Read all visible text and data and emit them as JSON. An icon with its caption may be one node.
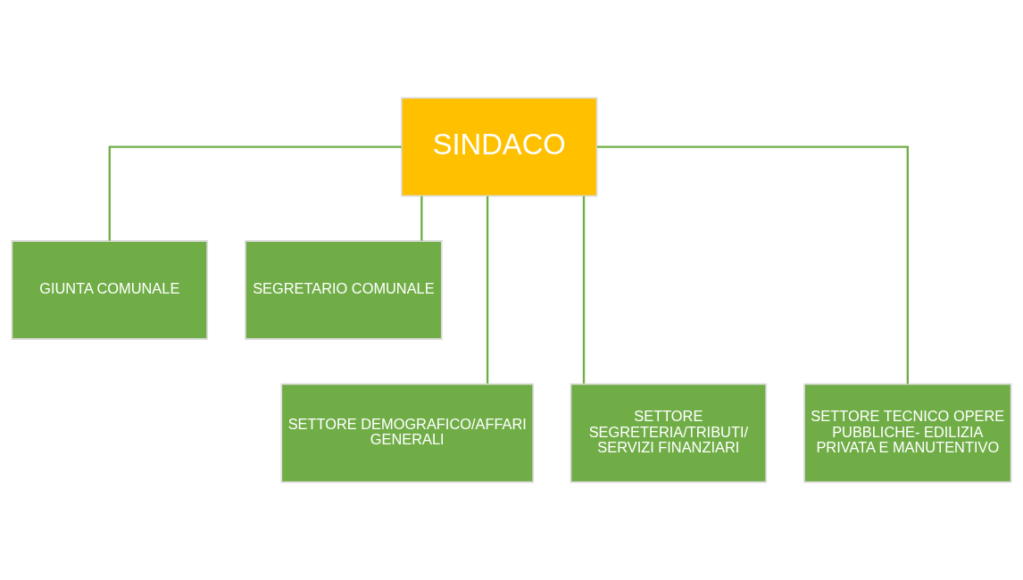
{
  "diagram": {
    "nodes": [
      {
        "text": [
          "SINDACO"
        ]
      },
      {
        "text": [
          "GIUNTA COMUNALE"
        ]
      },
      {
        "text": [
          "SEGRETARIO COMUNALE"
        ]
      },
      {
        "text": [
          "SETTORE DEMOGRAFICO/AFFARI GENERALI"
        ]
      },
      {
        "text": [
          "SETTORE SEGRETERIA/TRIBUTI/ SERVIZI FINANZIARI"
        ]
      },
      {
        "text": [
          "SETTORE TECNICO OPERE PUBBLICHE- EDILIZIA PRIVATA E MANUTENTIVO"
        ]
      }
    ],
    "edges": [
      {
        "from": 0,
        "to": 1,
        "arrow": "none"
      },
      {
        "from": 0,
        "to": 2,
        "arrow": "none"
      },
      {
        "from": 0,
        "to": 3,
        "arrow": "none"
      },
      {
        "from": 0,
        "to": 4,
        "arrow": "none"
      },
      {
        "from": 0,
        "to": 5,
        "arrow": "none"
      }
    ]
  }
}
